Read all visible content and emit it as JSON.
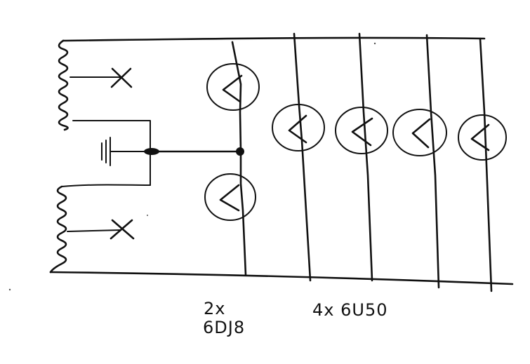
{
  "labels": {
    "driver_count": "2x",
    "driver_type": "6DJ8",
    "output_tubes": "4x 6U50"
  },
  "colors": {
    "ink": "#111111",
    "paper": "#ffffff"
  },
  "icons": {
    "coil": "inductor-winding-icon",
    "ground": "ground-symbol-icon",
    "tube": "vacuum-tube-icon",
    "cross": "x-mark-icon"
  }
}
